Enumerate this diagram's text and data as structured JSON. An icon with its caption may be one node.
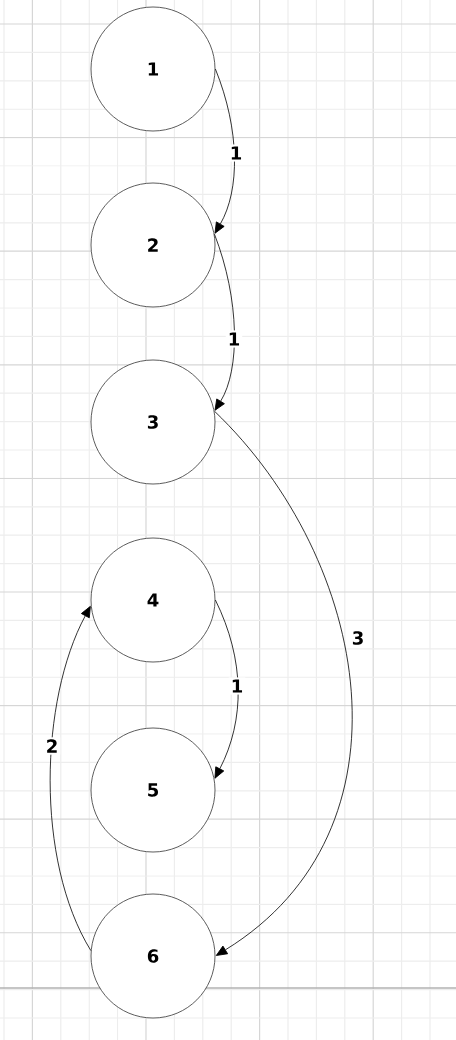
{
  "diagram": {
    "nodes": [
      {
        "text": [
          "1"
        ]
      },
      {
        "text": [
          "2"
        ]
      },
      {
        "text": [
          "3"
        ]
      },
      {
        "text": [
          "4"
        ]
      },
      {
        "text": [
          "5"
        ]
      },
      {
        "text": [
          "6"
        ]
      }
    ],
    "edges": [
      {
        "from": 0,
        "to": 1,
        "arrow": "to",
        "label": "1"
      },
      {
        "from": 1,
        "to": 2,
        "arrow": "to",
        "label": "1"
      },
      {
        "from": 2,
        "to": 5,
        "arrow": "to",
        "label": "3"
      },
      {
        "from": 3,
        "to": 4,
        "arrow": "to",
        "label": "1"
      },
      {
        "from": 5,
        "to": 3,
        "arrow": "to",
        "label": "2"
      }
    ]
  }
}
